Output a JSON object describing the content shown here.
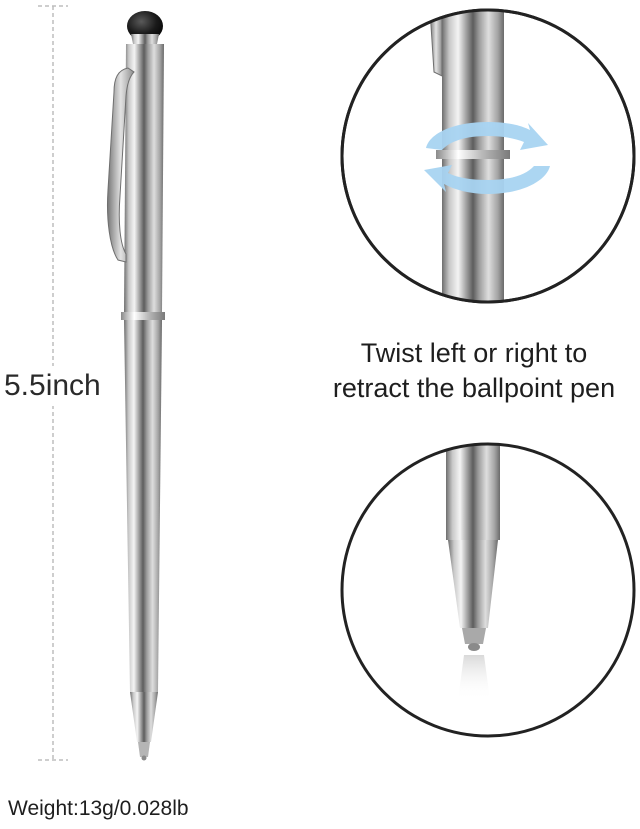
{
  "dimension": {
    "height_label": "5.5inch"
  },
  "caption": {
    "line1": "Twist left or right to",
    "line2": "retract the ballpoint pen"
  },
  "spec": {
    "weight_label": "Weight:13g/0.028lb"
  },
  "icons": {
    "rotation": "rotate-arrows-icon"
  },
  "colors": {
    "pen_body": "#b9b9b9",
    "stylus_tip": "#141414",
    "rotate_arrows": "#a8d4f2",
    "guide_line": "#bdbdbd"
  }
}
